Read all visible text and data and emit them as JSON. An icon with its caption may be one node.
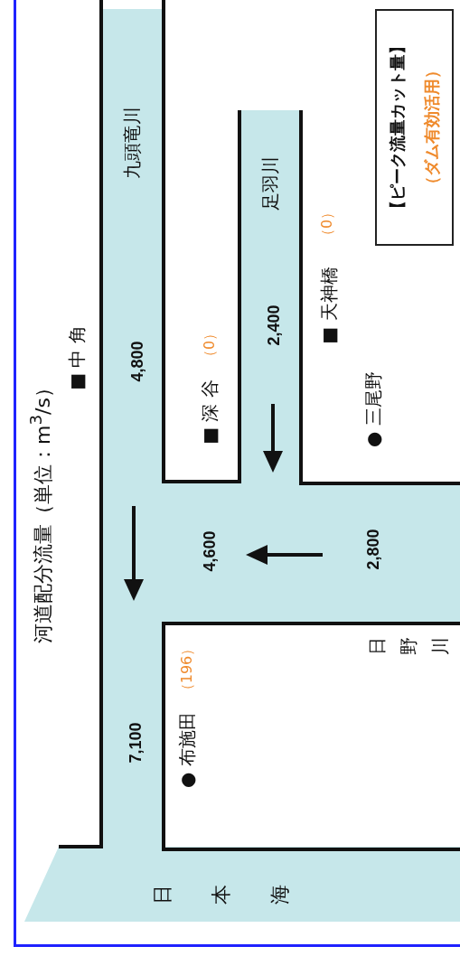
{
  "diagram": {
    "title": "河道配分流量（単位：m$^{3}$/s）",
    "nodes": [
      {
        "text": [
          "【ピーク流量カット量】",
          "（ダム有効活用）"
        ]
      },
      {
        "text": [
          "九頭竜川",
          "4,800",
          "7,100"
        ]
      },
      {
        "text": [
          "足羽川",
          "2,400"
        ]
      },
      {
        "text": [
          "4,600",
          "2,800"
        ],
        "beside": [
          "日野川"
        ]
      },
      {
        "text": [
          "日本海"
        ]
      }
    ],
    "labels": [
      "■ 中 角",
      "■ 深 谷",
      "（0）",
      "■ 天神橋",
      "（0）",
      "● 三尾野",
      "● 布施田",
      "（196）"
    ]
  }
}
